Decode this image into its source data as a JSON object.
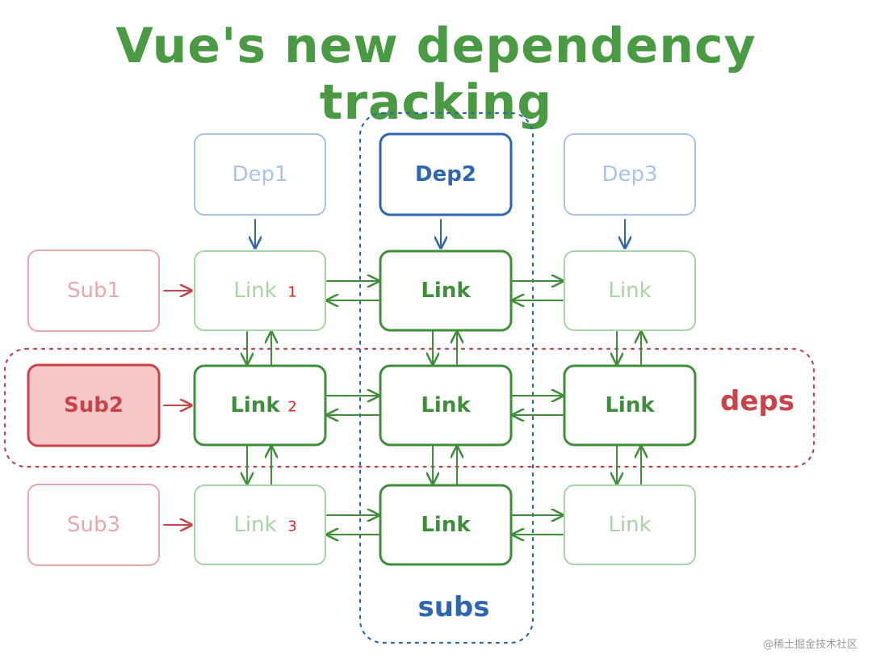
{
  "title": "Vue's new dependency tracking",
  "watermark": "@稀土掘金技术社区",
  "colors": {
    "dep_blue": "#2f66b0",
    "dep_blue_faded": "#a9c4e4",
    "link_green": "#3f8f3a",
    "link_green_faded": "#a8d3a4",
    "sub_red": "#c9444a",
    "sub_red_faded": "#e7a9ab",
    "sub2_fill": "#f5c7c8",
    "marker_red": "#e02020",
    "title_green": "#4a9a44"
  },
  "deps": [
    {
      "label": "Dep1",
      "state": "faded"
    },
    {
      "label": "Dep2",
      "state": "active"
    },
    {
      "label": "Dep3",
      "state": "faded"
    }
  ],
  "subs": [
    {
      "label": "Sub1",
      "state": "faded"
    },
    {
      "label": "Sub2",
      "state": "active"
    },
    {
      "label": "Sub3",
      "state": "faded"
    }
  ],
  "link_label": "Link",
  "row_markers": [
    "1",
    "2",
    "3"
  ],
  "group_labels": {
    "deps": "deps",
    "subs": "subs"
  }
}
